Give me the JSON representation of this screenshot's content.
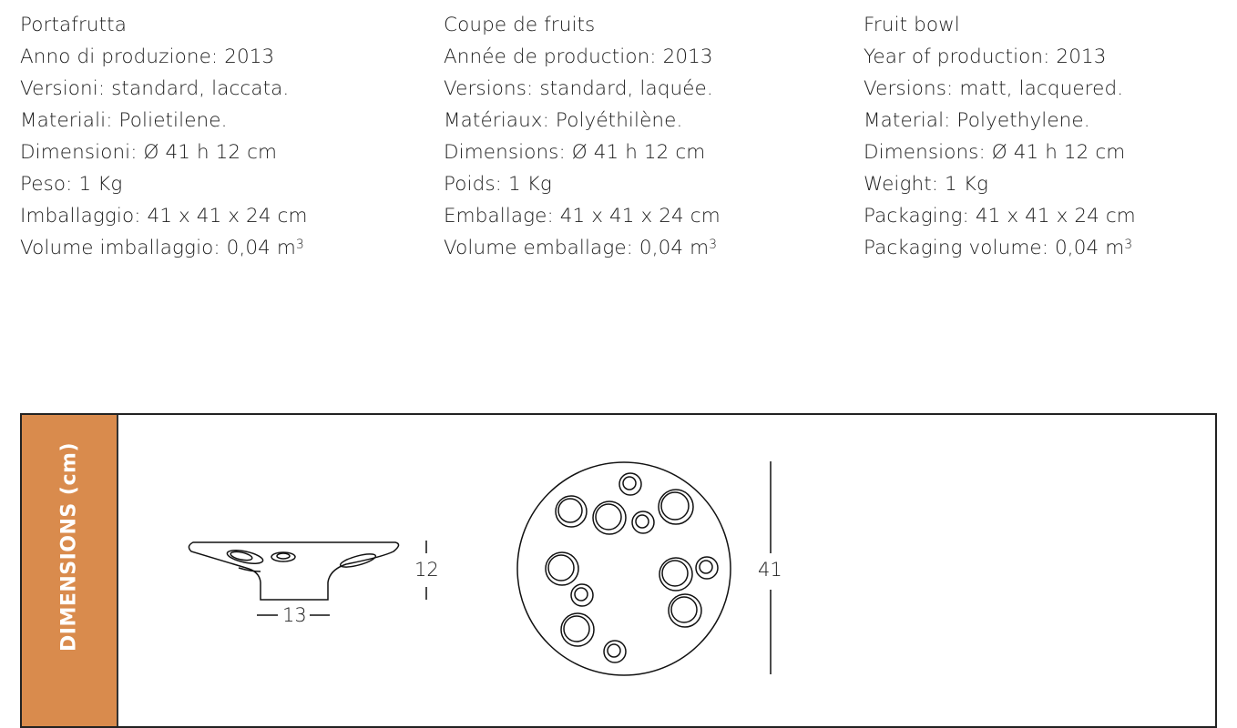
{
  "columns": [
    {
      "lines": [
        "Portafrutta",
        "Anno di produzione: 2013",
        "Versioni: standard, laccata.",
        "Materiali: Polietilene.",
        "Dimensioni: Ø 41 h 12 cm",
        "Peso: 1 Kg",
        "Imballaggio: 41 x 41 x 24 cm"
      ],
      "volume": "Volume imballaggio: 0,04 m",
      "unit_exp": "3"
    },
    {
      "lines": [
        "Coupe de fruits",
        "Année de production: 2013",
        "Versions: standard, laquée.",
        "Matériaux: Polyéthilène.",
        "Dimensions: Ø 41 h 12 cm",
        "Poids: 1 Kg",
        "Emballage: 41 x 41 x 24 cm"
      ],
      "volume": "Volume emballage: 0,04 m",
      "unit_exp": "3"
    },
    {
      "lines": [
        "Fruit bowl",
        "Year of production: 2013",
        "Versions: matt, lacquered.",
        "Material: Polyethylene.",
        "Dimensions: Ø 41 h 12 cm",
        "Weight: 1 Kg",
        "Packaging: 41 x 41 x 24 cm"
      ],
      "volume": "Packaging volume: 0,04 m",
      "unit_exp": "3"
    }
  ],
  "dimensions": {
    "title": "DIMENSIONS (cm)",
    "height_label": "12",
    "base_label": "13",
    "diameter_label": "41",
    "accent_color": "#d98b4d"
  }
}
